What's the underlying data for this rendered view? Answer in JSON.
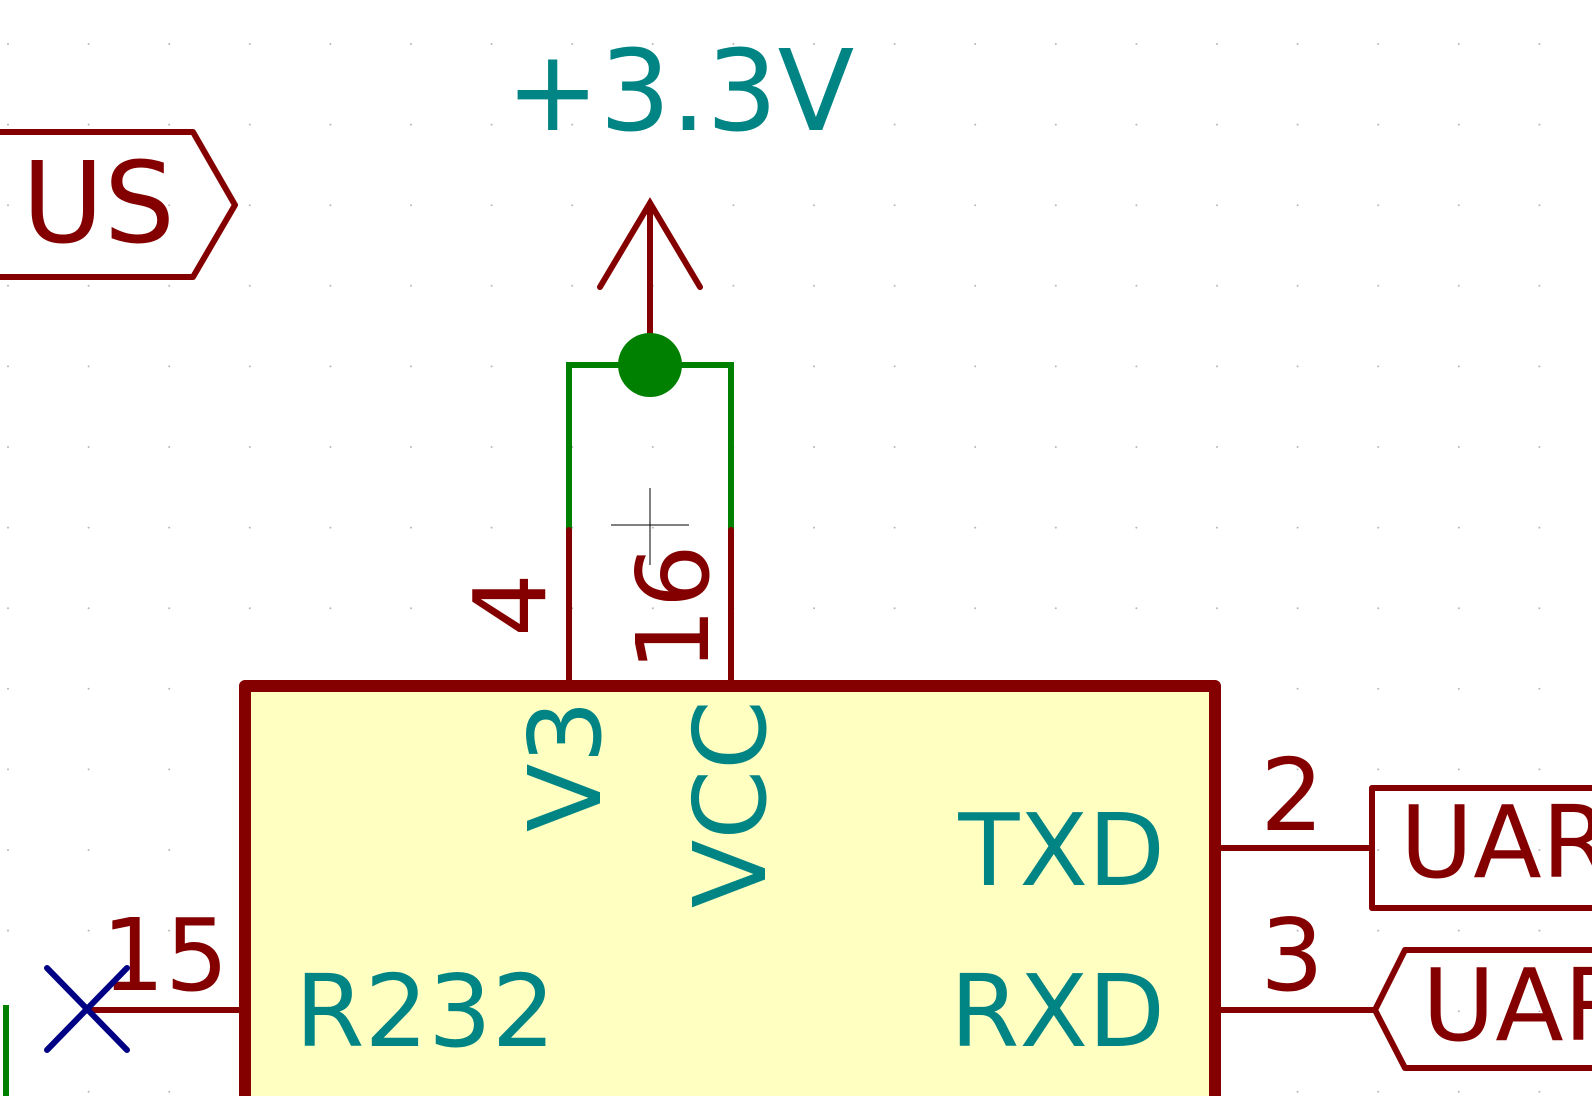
{
  "schematic": {
    "power_symbol": {
      "label": "+3.3V"
    },
    "ic": {
      "reference": "R232",
      "pins": [
        {
          "number": "4",
          "name": "V3"
        },
        {
          "number": "16",
          "name": "VCC"
        },
        {
          "number": "2",
          "name": "TXD"
        },
        {
          "number": "3",
          "name": "RXD"
        },
        {
          "number": "15",
          "name": ""
        }
      ]
    },
    "labels": {
      "bus": "US",
      "uart_tx": "UAR",
      "uart_rx": "UAR"
    },
    "colors": {
      "wire": "#008000",
      "pin": "#840000",
      "pin_text": "#008484",
      "body_fill": "#ffffc2",
      "body_outline": "#840000",
      "no_connect": "#000084",
      "grid_dot": "#b8b8b8"
    }
  }
}
